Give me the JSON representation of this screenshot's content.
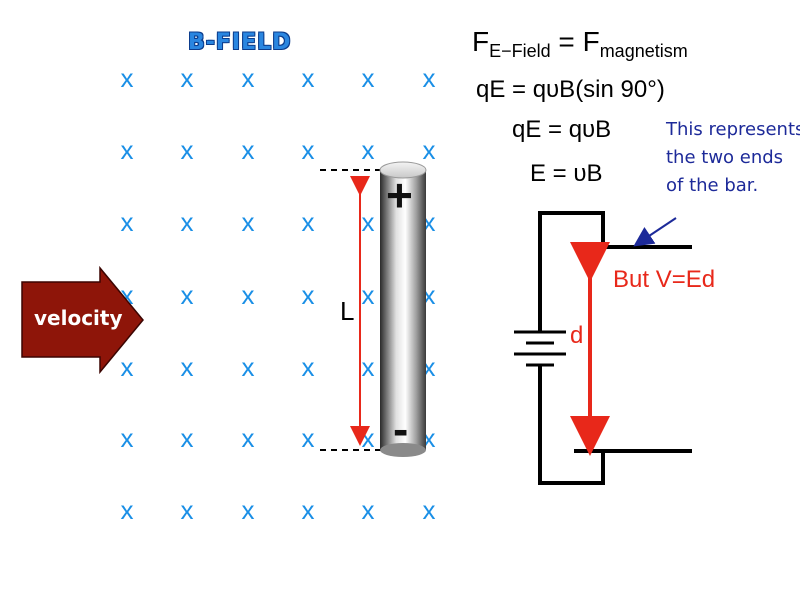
{
  "field": {
    "title": "B-FIELD",
    "cross_glyph": "x",
    "cross_color": "#1a8fe6",
    "rows": 7,
    "cols": 6
  },
  "arrow": {
    "label": "velocity",
    "fill": "#8e1509"
  },
  "bar": {
    "plus_sign": "+",
    "minus_sign": "-",
    "length_label": "L"
  },
  "equations": {
    "line1": {
      "lhs": "F",
      "lhs_sub": "E−Field",
      "eq": " = ",
      "rhs": "F",
      "rhs_sub": "magnetism"
    },
    "line2": "qE = qυB(sin 90°)",
    "line3": "qE = qυB",
    "line4": "E = υB"
  },
  "note": "This represents the two ends of the bar.",
  "circuit": {
    "voltage_text": "But V=Ed",
    "gap_label": "d"
  },
  "colors": {
    "accent_red": "#e8281a",
    "note_blue": "#1d2a99"
  }
}
